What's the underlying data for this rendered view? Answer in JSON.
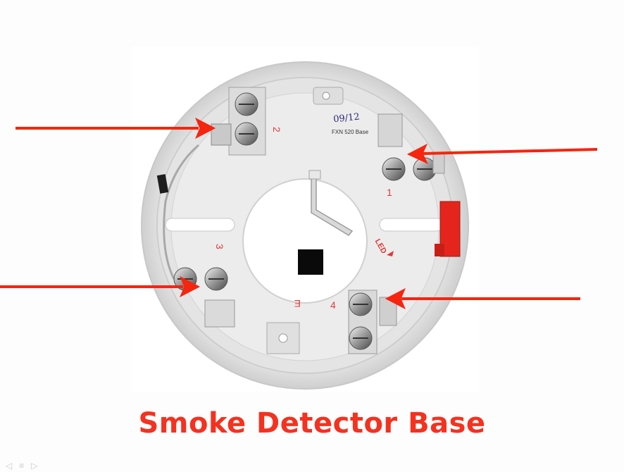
{
  "photo": {
    "subject": "smoke-detector-base",
    "terminal_labels": [
      "1",
      "2",
      "3",
      "4",
      "E"
    ],
    "date_marking": "09/12",
    "model_marking": "FXN 520 Base",
    "led_marking": "LED"
  },
  "colors": {
    "arrow": "#f5250f",
    "caption": "#f5311f",
    "base_plastic": "#e7e7e7",
    "terminal_label_red": "#e2383a",
    "led_tab": "#e5251c"
  },
  "caption": "Smoke Detector Base",
  "arrow_count": 4
}
